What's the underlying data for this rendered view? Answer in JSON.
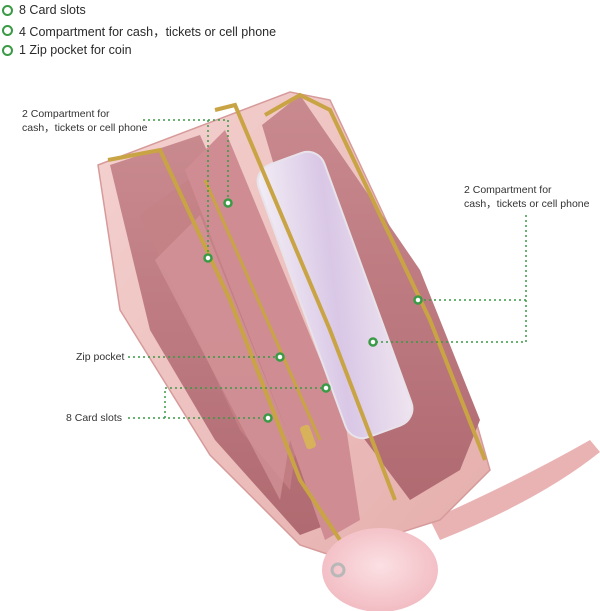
{
  "features": [
    {
      "label": "8 Card slots"
    },
    {
      "label": "4 Compartment for cash，tickets or cell phone"
    },
    {
      "label": "1 Zip pocket for coin"
    }
  ],
  "callouts": {
    "compartment_left": {
      "line1": "2 Compartment for",
      "line2": "cash，tickets or cell phone"
    },
    "compartment_right": {
      "line1": "2 Compartment for",
      "line2": "cash，tickets or cell phone"
    },
    "zip_pocket": "Zip pocket",
    "card_slots": "8 Card slots"
  },
  "colors": {
    "accent_green": "#3a9a45",
    "wallet_pink": "#e9b7b6",
    "lining_mauve": "#b9747a",
    "zipper_gold": "#c9a445"
  }
}
